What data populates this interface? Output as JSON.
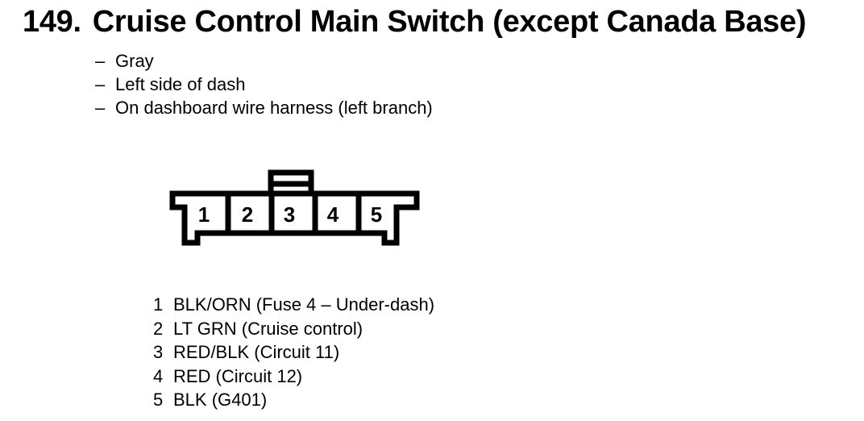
{
  "document": {
    "section_number": "149.",
    "title": "Cruise Control Main Switch (except Canada Base)",
    "bullet_char": "–",
    "attributes": [
      "Gray",
      "Left side of dash",
      "On dashboard wire harness (left branch)"
    ]
  },
  "connector": {
    "pins": [
      "1",
      "2",
      "3",
      "4",
      "5"
    ]
  },
  "pin_list": [
    {
      "pin": "1",
      "wire": "BLK/ORN (Fuse 4 – Under-dash)"
    },
    {
      "pin": "2",
      "wire": "LT GRN (Cruise control)"
    },
    {
      "pin": "3",
      "wire": "RED/BLK (Circuit 11)"
    },
    {
      "pin": "4",
      "wire": "RED (Circuit 12)"
    },
    {
      "pin": "5",
      "wire": "BLK (G401)"
    }
  ],
  "colors": {
    "ink": "#000000",
    "paper": "#ffffff"
  }
}
